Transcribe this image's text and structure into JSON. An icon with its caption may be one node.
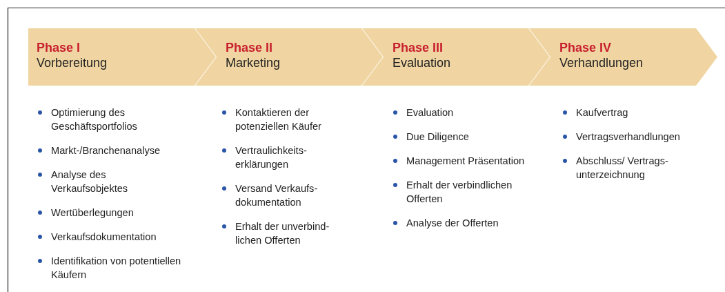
{
  "diagram": {
    "nodes": [
      {
        "text": [
          "Phase I",
          "Vorbereitung"
        ],
        "beside": [
          "Optimierung des Geschäftsportfolios",
          "Markt-/Branchenanalyse",
          "Analyse des Verkaufsobjektes",
          "Wertüberlegungen",
          "Verkaufsdokumentation",
          "Identifikation von potentiellen Käufern"
        ]
      },
      {
        "text": [
          "Phase II",
          "Marketing"
        ],
        "beside": [
          "Kontaktieren der potenziellen Käufer",
          "Vertraulichkeits- erklärungen",
          "Versand Verkaufs- dokumentation",
          "Erhalt der unverbind- lichen Offerten"
        ]
      },
      {
        "text": [
          "Phase III",
          "Evaluation"
        ],
        "beside": [
          "Evaluation",
          "Due Diligence",
          "Management Präsentation",
          "Erhalt der verbindlichen Offerten",
          "Analyse der Offerten"
        ]
      },
      {
        "text": [
          "Phase IV",
          "Verhandlungen"
        ],
        "beside": [
          "Kaufvertrag",
          "Vertragsverhandlungen",
          "Abschluss/ Vertrags- unterzeichnung"
        ]
      }
    ]
  }
}
